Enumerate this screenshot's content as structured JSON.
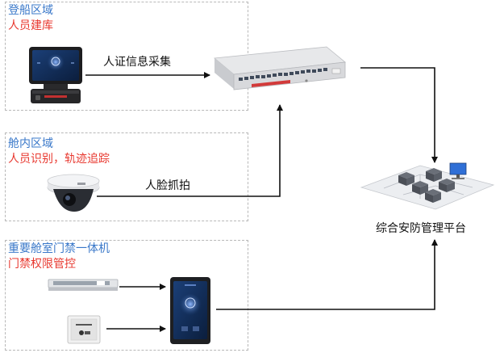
{
  "colors": {
    "zone_title": "#3a78c9",
    "zone_subtitle": "#e8382f",
    "zone_border": "#b8b8b8",
    "arrow": "#111111"
  },
  "zones": [
    {
      "title": "登船区域",
      "subtitle": "人员建库"
    },
    {
      "title": "舱内区域",
      "subtitle": "人员识别，轨迹追踪"
    },
    {
      "title": "重要舱室门禁一体机",
      "subtitle": "门禁权限管控"
    }
  ],
  "edges": {
    "terminal_to_switch": "人证信息采集",
    "camera_to_switch": "人脸抓拍"
  },
  "platform": {
    "label": "综合安防管理平台"
  },
  "devices": {
    "terminal": {
      "icon": "face-recognition-terminal-icon"
    },
    "switch": {
      "icon": "network-switch-icon"
    },
    "camera": {
      "icon": "dome-camera-icon"
    },
    "maglock": {
      "icon": "magnetic-lock-icon"
    },
    "exit_button": {
      "icon": "exit-button-icon"
    },
    "access_terminal": {
      "icon": "access-control-terminal-icon"
    },
    "platform": {
      "icon": "server-cluster-icon"
    }
  }
}
